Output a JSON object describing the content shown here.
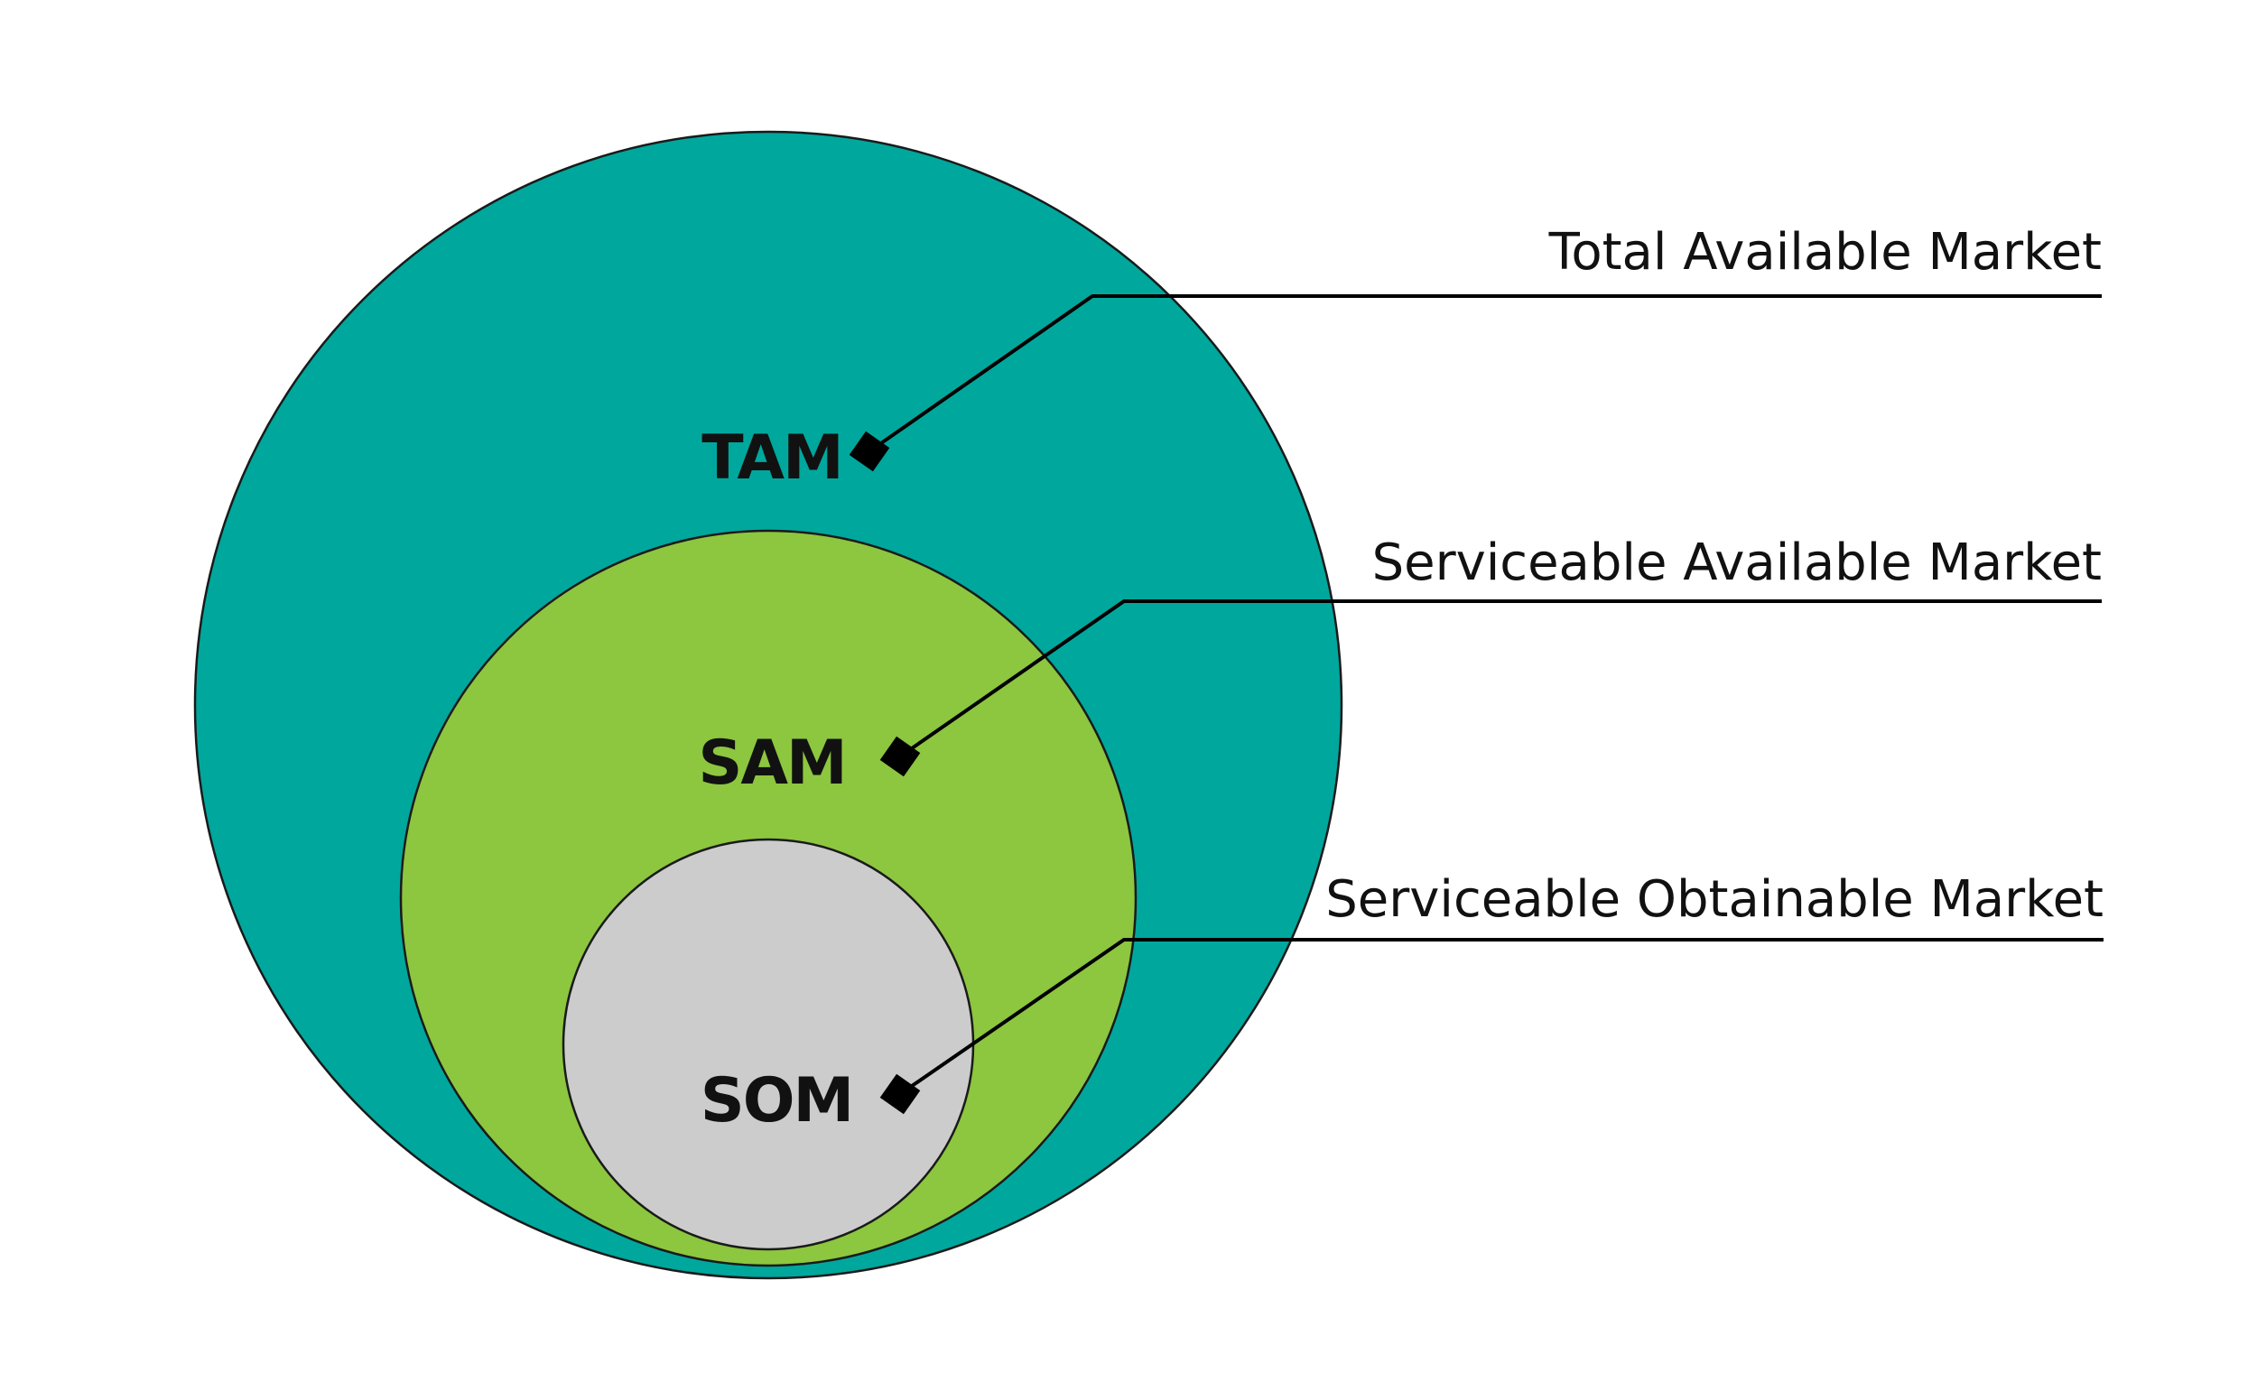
{
  "colors": {
    "tam": "#00a79d",
    "sam": "#8dc63f",
    "som": "#cccccc"
  },
  "markets": [
    {
      "abbr": "TAM",
      "description": "Total Available Market"
    },
    {
      "abbr": "SAM",
      "description": "Serviceable Available Market"
    },
    {
      "abbr": "SOM",
      "description": "Serviceable Obtainable Market"
    }
  ]
}
